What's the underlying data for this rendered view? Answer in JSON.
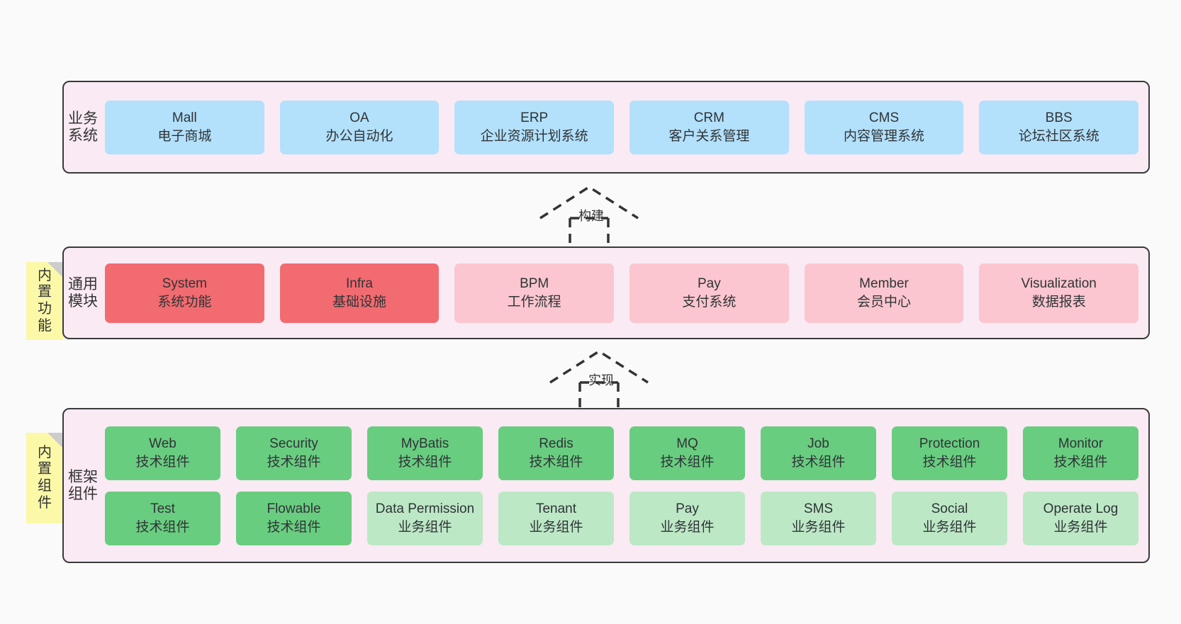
{
  "diagram": {
    "title": "ruoyi-vue-pro architecture layers",
    "background": "#fafafa",
    "colors": {
      "layer_bg": "#f9eaf4",
      "layer_border": "#3a3a3a",
      "business": "#b3e0fb",
      "module_primary": "#f26b70",
      "module_secondary": "#fbc6cf",
      "tech_component": "#69cd80",
      "business_component": "#bde8c6",
      "note": "#fbf8a8",
      "note_fold": "#cccccc"
    }
  },
  "layers": [
    {
      "id": "business-system",
      "title": "业务系统",
      "rows": [
        {
          "cards": [
            {
              "t1": "Mall",
              "t2": "电子商城",
              "color": "c-blue"
            },
            {
              "t1": "OA",
              "t2": "办公自动化",
              "color": "c-blue"
            },
            {
              "t1": "ERP",
              "t2": "企业资源计划系统",
              "color": "c-blue"
            },
            {
              "t1": "CRM",
              "t2": "客户关系管理",
              "color": "c-blue"
            },
            {
              "t1": "CMS",
              "t2": "内容管理系统",
              "color": "c-blue"
            },
            {
              "t1": "BBS",
              "t2": "论坛社区系统",
              "color": "c-blue"
            }
          ]
        }
      ]
    },
    {
      "id": "common-module",
      "title": "通用模块",
      "note": "内置功能",
      "rows": [
        {
          "cards": [
            {
              "t1": "System",
              "t2": "系统功能",
              "color": "c-red"
            },
            {
              "t1": "Infra",
              "t2": "基础设施",
              "color": "c-red"
            },
            {
              "t1": "BPM",
              "t2": "工作流程",
              "color": "c-pink"
            },
            {
              "t1": "Pay",
              "t2": "支付系统",
              "color": "c-pink"
            },
            {
              "t1": "Member",
              "t2": "会员中心",
              "color": "c-pink"
            },
            {
              "t1": "Visualization",
              "t2": "数据报表",
              "color": "c-pink"
            }
          ]
        }
      ]
    },
    {
      "id": "framework-component",
      "title": "框架组件",
      "note": "内置组件",
      "rows": [
        {
          "cards": [
            {
              "t1": "Web",
              "t2": "技术组件",
              "color": "c-green"
            },
            {
              "t1": "Security",
              "t2": "技术组件",
              "color": "c-green"
            },
            {
              "t1": "MyBatis",
              "t2": "技术组件",
              "color": "c-green"
            },
            {
              "t1": "Redis",
              "t2": "技术组件",
              "color": "c-green"
            },
            {
              "t1": "MQ",
              "t2": "技术组件",
              "color": "c-green"
            },
            {
              "t1": "Job",
              "t2": "技术组件",
              "color": "c-green"
            },
            {
              "t1": "Protection",
              "t2": "技术组件",
              "color": "c-green"
            },
            {
              "t1": "Monitor",
              "t2": "技术组件",
              "color": "c-green"
            }
          ]
        },
        {
          "cards": [
            {
              "t1": "Test",
              "t2": "技术组件",
              "color": "c-green"
            },
            {
              "t1": "Flowable",
              "t2": "技术组件",
              "color": "c-green"
            },
            {
              "t1": "Data Permission",
              "t2": "业务组件",
              "color": "c-greenlight",
              "wrap": true
            },
            {
              "t1": "Tenant",
              "t2": "业务组件",
              "color": "c-greenlight"
            },
            {
              "t1": "Pay",
              "t2": "业务组件",
              "color": "c-greenlight"
            },
            {
              "t1": "SMS",
              "t2": "业务组件",
              "color": "c-greenlight"
            },
            {
              "t1": "Social",
              "t2": "业务组件",
              "color": "c-greenlight"
            },
            {
              "t1": "Operate Log",
              "t2": "业务组件",
              "color": "c-greenlight"
            }
          ]
        }
      ]
    }
  ],
  "connectors": [
    {
      "id": "build",
      "label": "构建"
    },
    {
      "id": "implement",
      "label": "实现"
    }
  ]
}
